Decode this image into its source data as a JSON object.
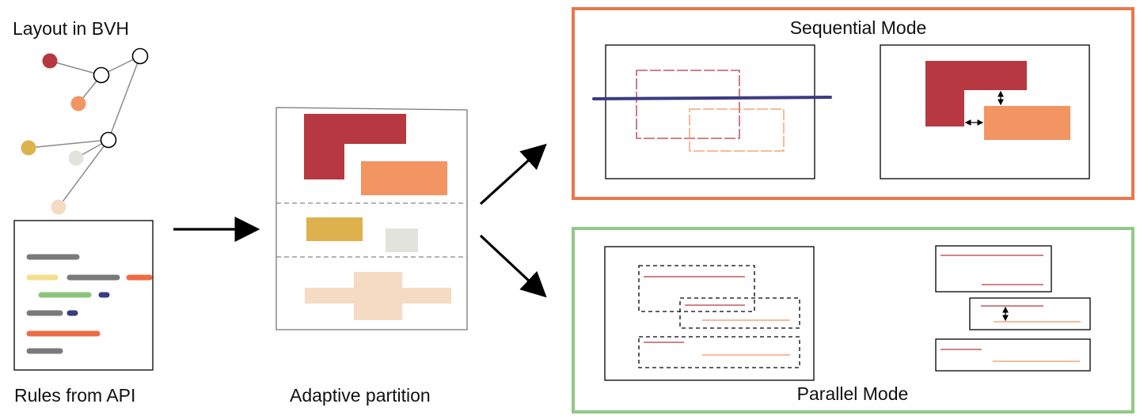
{
  "labels": {
    "layout_in_bvh": "Layout in BVH",
    "rules_from_api": "Rules from API",
    "adaptive_partition": "Adaptive partition",
    "sequential_mode": "Sequential Mode",
    "parallel_mode": "Parallel Mode"
  },
  "colors": {
    "red": "#b73840",
    "orange": "#f29562",
    "yellow": "#ddb14d",
    "gray_light": "#e3e3dd",
    "peach": "#f5dbc1",
    "navy": "#3b3b82",
    "green_rule": "#8cc47c",
    "orange_rule": "#ed6b45",
    "pale_yellow_rule": "#f5df90",
    "gray_rule": "#7a7a7a",
    "sequential_border": "#e9774b",
    "parallel_border": "#93c787"
  }
}
